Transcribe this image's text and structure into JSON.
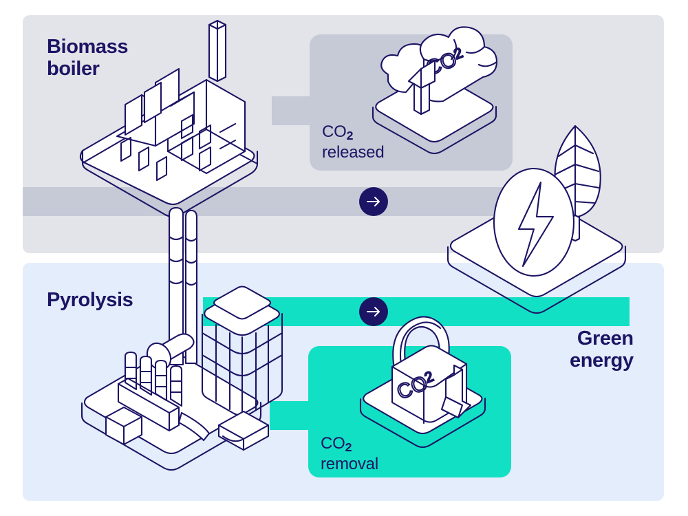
{
  "diagram": {
    "title_implicit": "Biomass boiler vs Pyrolysis carbon pathways",
    "colors": {
      "ink": "#1c1464",
      "panel_top_bg": "#e3e4e9",
      "panel_bottom_bg": "#e4edfb",
      "bar_top": "#c6c9d6",
      "bar_bottom": "#12e0c4",
      "card_released": "#c6c9d6",
      "card_removal": "#12e0c4",
      "accent_teal": "#12e0c4",
      "page_bg": "#ffffff"
    }
  },
  "top_row": {
    "heading_line1": "Biomass",
    "heading_line2": "boiler",
    "card": {
      "label_line1_text": "CO",
      "label_line1_sub": "2",
      "label_line2": "released",
      "icon": "cloud-co2-up-arrow-icon",
      "icon_text": "CO2"
    },
    "flow_arrow": "arrow-right-icon",
    "source_icon": "biomass-boiler-factory-icon"
  },
  "bottom_row": {
    "heading_line1": "Pyrolysis",
    "card": {
      "label_line1_text": "CO",
      "label_line1_sub": "2",
      "label_line2": "removal",
      "icon": "padlock-co2-down-arrow-icon",
      "icon_text": "CO2"
    },
    "flow_arrow": "arrow-right-icon",
    "source_icon": "pyrolysis-plant-icon"
  },
  "outcome": {
    "heading_line1": "Green",
    "heading_line2": "energy",
    "icon": "leaf-lightning-bolt-icon"
  }
}
